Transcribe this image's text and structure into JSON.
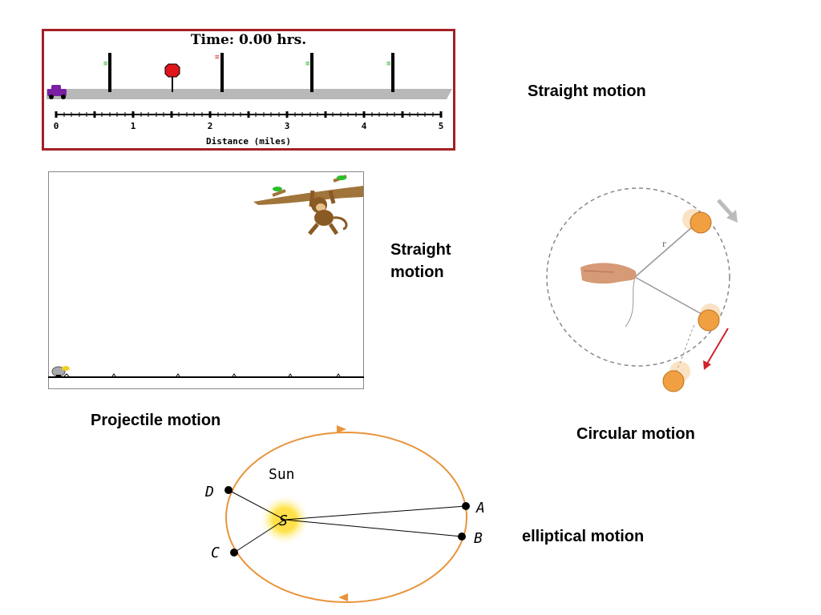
{
  "labels": {
    "straight_motion_1": "Straight motion",
    "straight_motion_2": "Straight\nmotion",
    "projectile_motion": "Projectile motion",
    "circular_motion": "Circular motion",
    "elliptical_motion": "elliptical motion"
  },
  "car_sim": {
    "time_label": "Time: 0.00  hrs.",
    "axis_label": "Distance (miles)",
    "ticks": [
      "0",
      "1",
      "2",
      "3",
      "4",
      "5"
    ],
    "frame_color": "#a31f24",
    "road_color": "#b8b8b8",
    "car_color": "#7a1fa2",
    "stop_sign_color": "#e0161b"
  },
  "circle_diagram": {
    "radius_label": "r",
    "ball_color": "#f0a040",
    "velocity_arrow_color": "#d0222a"
  },
  "orbit_diagram": {
    "sun_label": "Sun",
    "sun_point_label": "S",
    "points": [
      "A",
      "B",
      "C",
      "D"
    ],
    "orbit_color": "#e8943a"
  }
}
